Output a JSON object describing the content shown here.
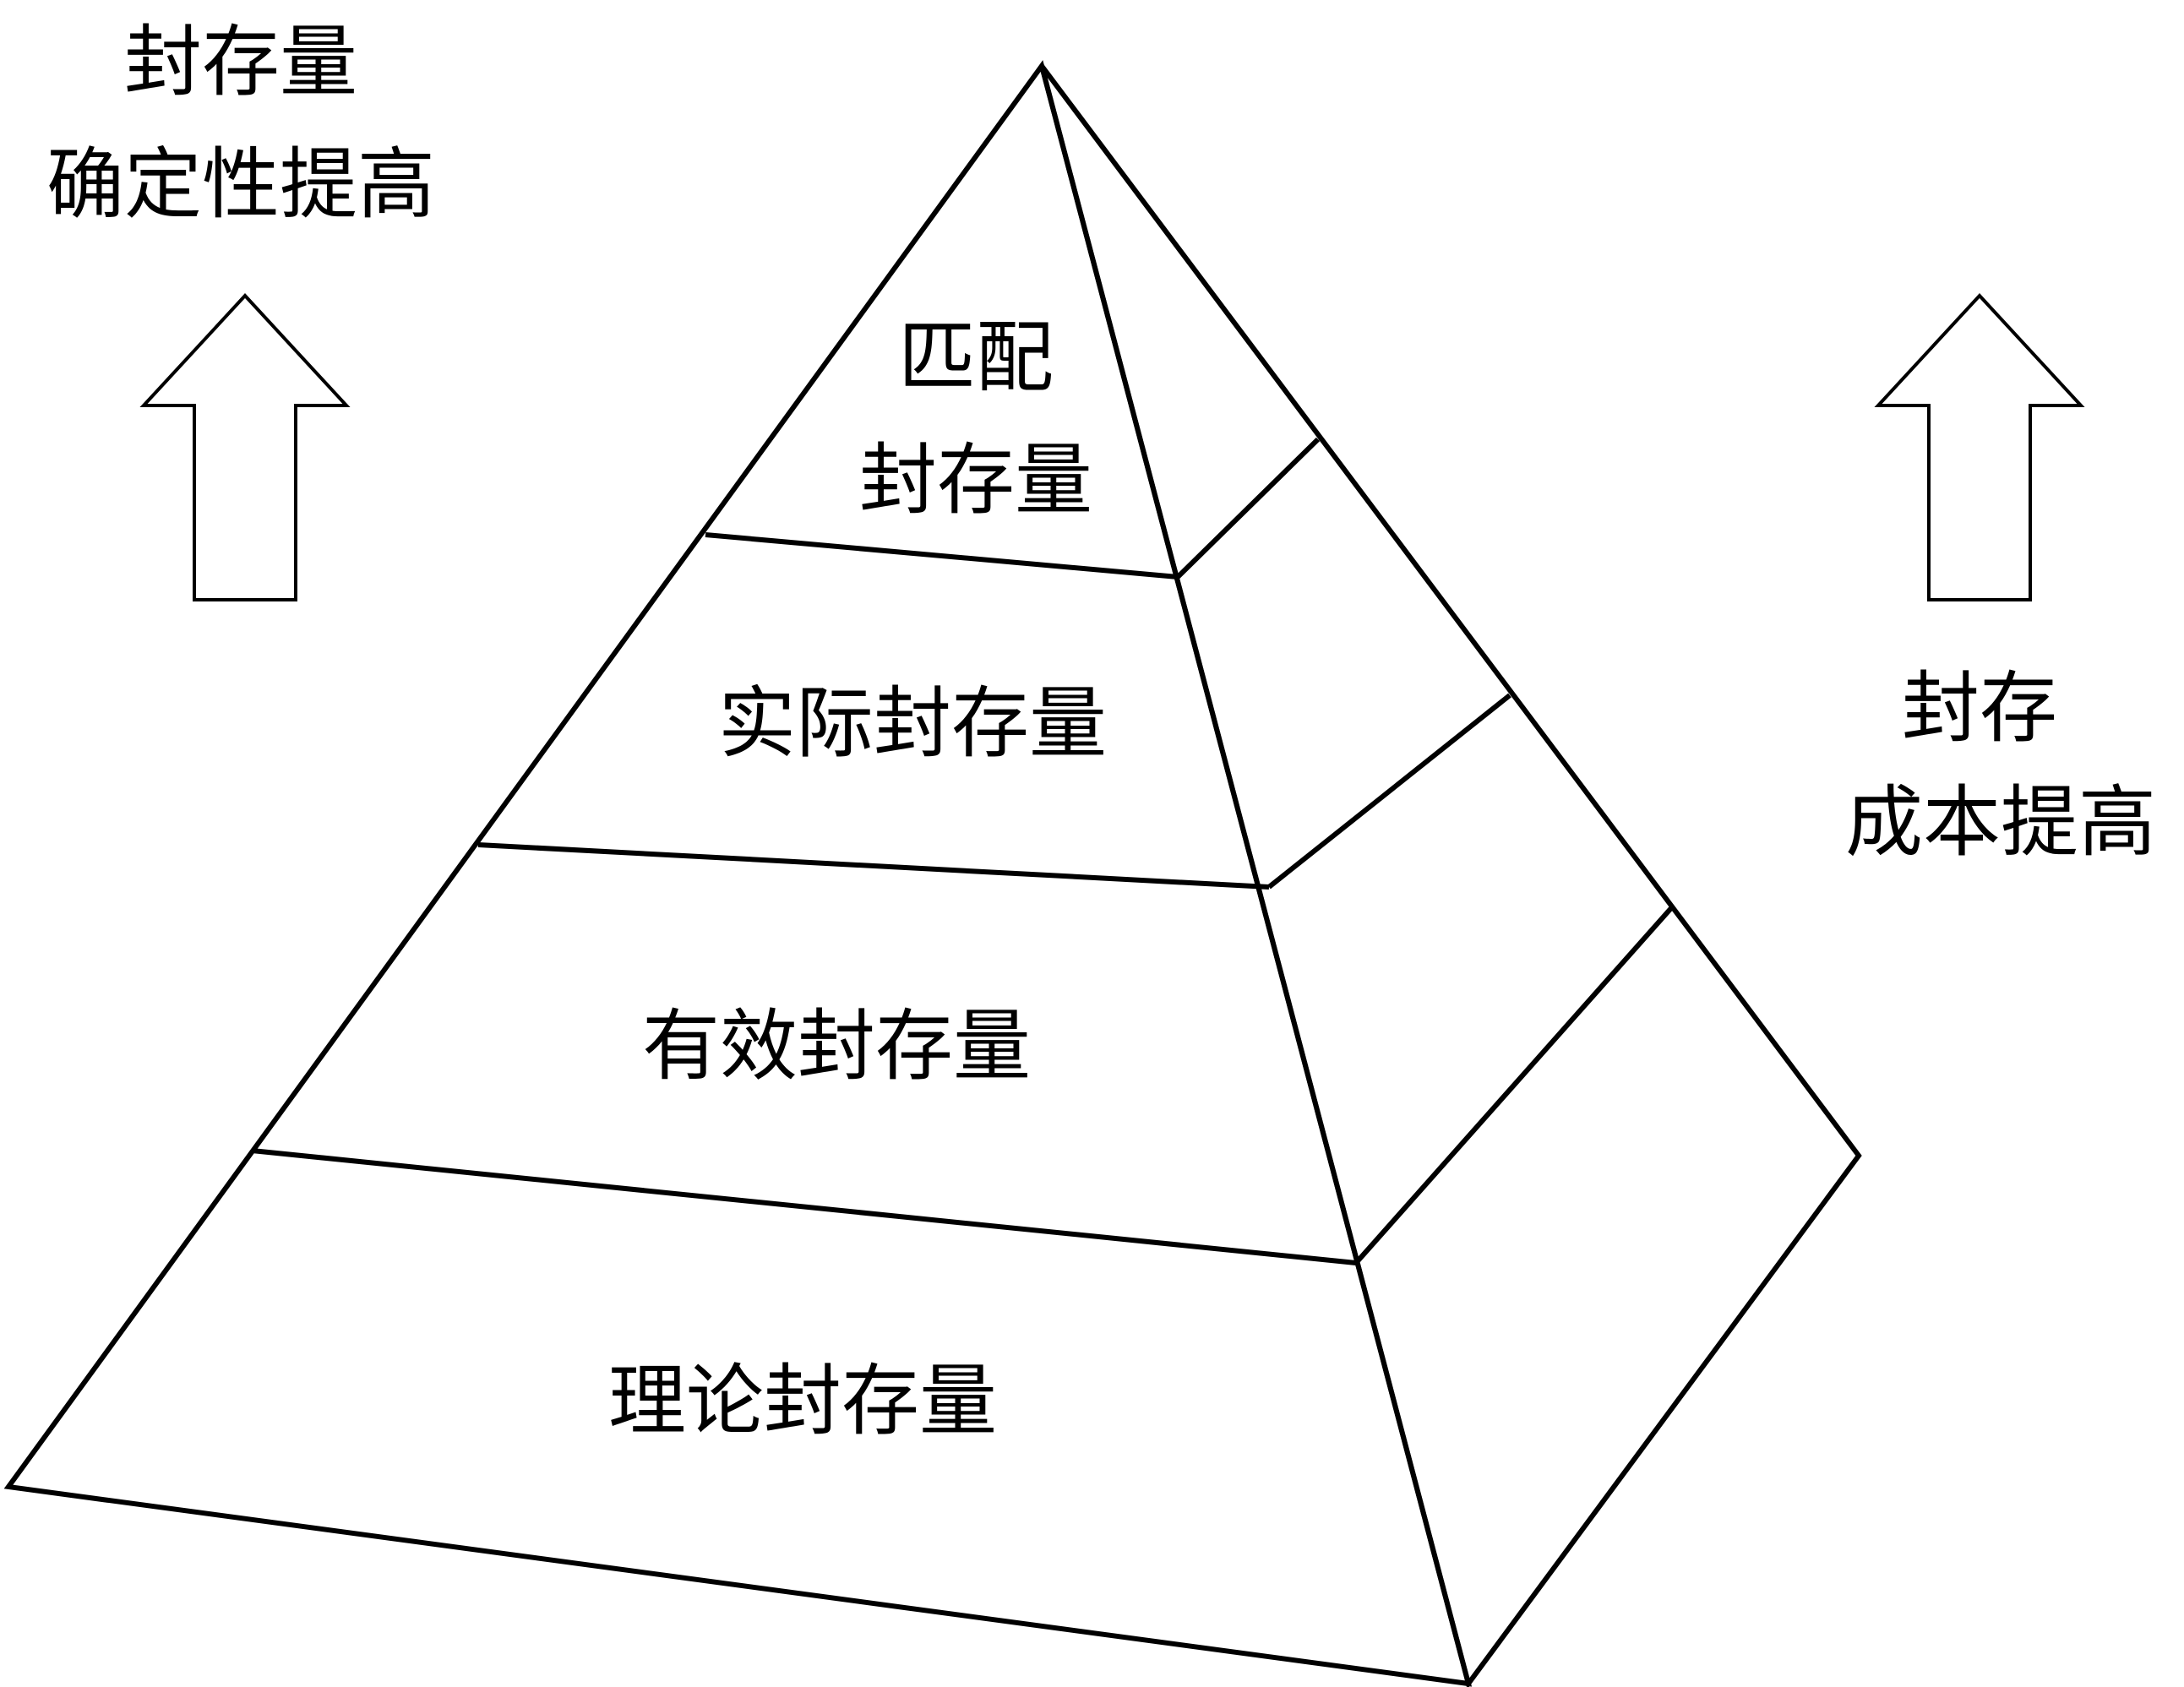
{
  "top_left_label": {
    "line1": "封存量",
    "line2": "确定性提高"
  },
  "right_label": {
    "line1": "封存",
    "line2": "成本提高"
  },
  "tiers": {
    "matching": {
      "line1": "匹配",
      "line2": "封存量"
    },
    "actual": "实际封存量",
    "effective": "有效封存量",
    "theoretical": "理论封存量"
  }
}
